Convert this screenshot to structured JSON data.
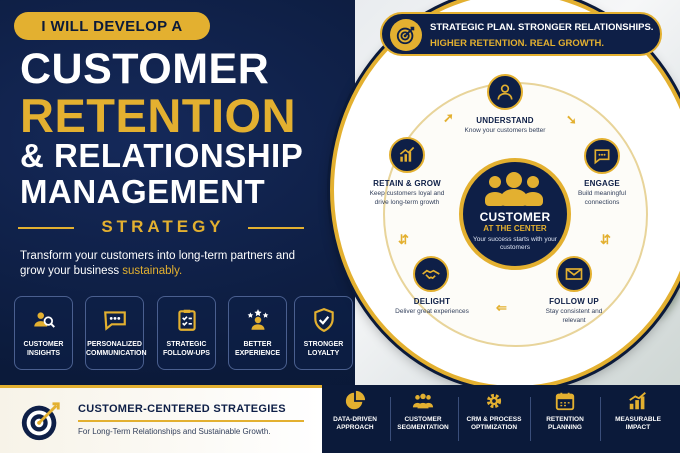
{
  "header": {
    "banner": "I WILL DEVELOP A",
    "line1": "CUSTOMER",
    "line2": "RETENTION",
    "line3": "& RELATIONSHIP",
    "line4": "MANAGEMENT",
    "strategy": "STRATEGY"
  },
  "intro": {
    "text_a": "Transform your customers into long-term partners and grow your business ",
    "highlight": "sustainably."
  },
  "features": [
    {
      "label": "CUSTOMER INSIGHTS",
      "icon": "users-search-icon"
    },
    {
      "label": "PERSONALIZED COMMUNICATION",
      "icon": "chat-bubble-icon"
    },
    {
      "label": "STRATEGIC FOLLOW-UPS",
      "icon": "clipboard-check-icon"
    },
    {
      "label": "BETTER EXPERIENCE",
      "icon": "stars-user-icon"
    },
    {
      "label": "STRONGER LOYALTY",
      "icon": "shield-check-icon"
    }
  ],
  "tagline": {
    "line1": "STRATEGIC PLAN. STRONGER RELATIONSHIPS.",
    "line2": "HIGHER RETENTION. REAL GROWTH."
  },
  "core": {
    "title": "CUSTOMER",
    "subtitle": "AT THE CENTER",
    "desc": "Your success starts with your customers"
  },
  "stages": [
    {
      "title": "UNDERSTAND",
      "desc": "Know your customers better",
      "icon": "person-icon"
    },
    {
      "title": "ENGAGE",
      "desc": "Build meaningful connections",
      "icon": "chat-icon"
    },
    {
      "title": "FOLLOW UP",
      "desc": "Stay consistent and relevant",
      "icon": "envelope-icon"
    },
    {
      "title": "DELIGHT",
      "desc": "Deliver great experiences",
      "icon": "handshake-icon"
    },
    {
      "title": "RETAIN & GROW",
      "desc": "Keep customers loyal and drive long-term growth",
      "icon": "growth-chart-icon"
    }
  ],
  "bottom": {
    "title": "CUSTOMER-CENTERED STRATEGIES",
    "subtitle": "For Long-Term Relationships and Sustainable Growth.",
    "items": [
      {
        "label": "DATA-DRIVEN APPROACH",
        "icon": "pie-chart-icon"
      },
      {
        "label": "CUSTOMER SEGMENTATION",
        "icon": "group-icon"
      },
      {
        "label": "CRM & PROCESS OPTIMIZATION",
        "icon": "gear-icon"
      },
      {
        "label": "RETENTION PLANNING",
        "icon": "calendar-icon"
      },
      {
        "label": "MEASURABLE IMPACT",
        "icon": "bar-growth-icon"
      }
    ]
  },
  "colors": {
    "navy": "#0e1f47",
    "gold": "#e3b030",
    "white": "#ffffff"
  }
}
